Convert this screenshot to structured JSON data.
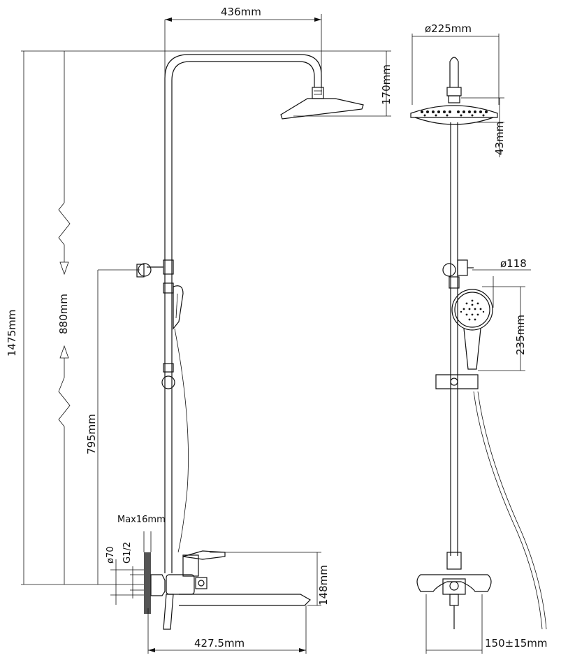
{
  "dimensions": {
    "arm_width": "436mm",
    "head_drop": "170mm",
    "overall_height": "1475mm",
    "rail_height": "880mm",
    "mixer_to_holder": "795mm",
    "max_wall": "Max16mm",
    "outlet_diameter": "ø70",
    "thread": "G1/2",
    "spout_height": "148mm",
    "spout_reach": "427.5mm",
    "head_diameter": "ø225mm",
    "head_thickness": "43mm",
    "hand_diameter": "ø118",
    "hand_length": "235mm",
    "centers": "150±15mm"
  }
}
